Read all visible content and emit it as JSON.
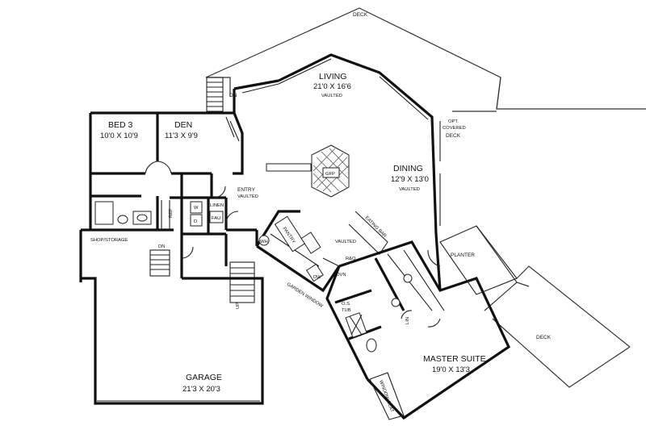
{
  "plan": {
    "labels": {
      "deck_top": "DECK",
      "living": "LIVING",
      "living_dim": "21'0 X 16'6",
      "living_note": "VAULTED",
      "dn_top": "DN",
      "bed3": "BED 3",
      "bed3_dim": "10'0 X 10'9",
      "den": "DEN",
      "den_dim": "11'3 X 9'9",
      "opt_covered_1": "OPT.",
      "opt_covered_2": "COVERED",
      "opt_covered_3": "DECK",
      "gfp": "GFP",
      "dining": "DINING",
      "dining_dim": "12'9 X 13'0",
      "dining_note": "VAULTED",
      "entry": "ENTRY",
      "entry_note": "VAULTED",
      "linen": "LINEN",
      "fau": "FAU",
      "w": "W",
      "d": "D",
      "ref": "REF",
      "eating_bar": "EATING BAR",
      "pantry": "PANTRY",
      "wh": "WH",
      "vaulted_kitchen": "VAULTED",
      "shop_storage": "SHOP/STORAGE",
      "dn_mid": "DN",
      "planter": "PLANTER",
      "rbo": "R&O",
      "ovn": "OVN",
      "dw": "DW",
      "up": "UP",
      "garden_window": "GARDEN WINDOW",
      "os_tub": "O.S.",
      "tub": "TUB",
      "lin2": "LIN",
      "deck_right": "DECK",
      "master": "MASTER SUITE",
      "master_dim": "19'0 X 13'3",
      "garage": "GARAGE",
      "garage_dim": "21'3 X 20'3",
      "window_seat": "WINDOW SEAT"
    }
  }
}
